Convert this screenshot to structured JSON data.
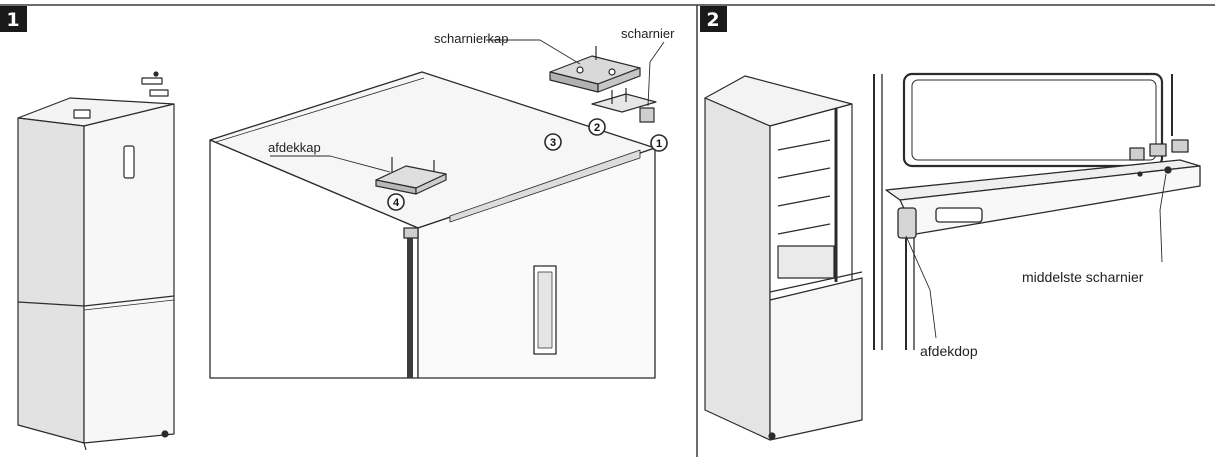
{
  "panels": [
    {
      "number": "1",
      "labels": {
        "hinge_cover": "scharnierkap",
        "hinge": "scharnier",
        "cover": "afdekkap"
      },
      "steps": [
        "1",
        "2",
        "3",
        "4"
      ]
    },
    {
      "number": "2",
      "labels": {
        "middle_hinge": "middelste scharnier",
        "cover_cap": "afdekdop"
      }
    }
  ],
  "colors": {
    "line": "#2b2b2b",
    "badge_bg": "#1a1a1a",
    "badge_text": "#ffffff",
    "fill_light": "#f4f4f4",
    "fill_mid": "#e2e2e2",
    "fill_dark": "#b9b9b9"
  }
}
